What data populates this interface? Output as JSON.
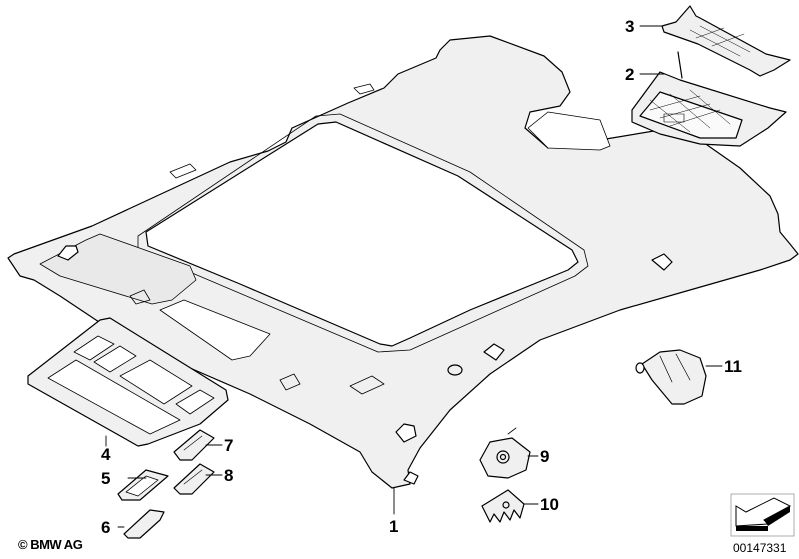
{
  "diagram": {
    "title": "Headliner / roof lining parts diagram",
    "callouts": [
      {
        "id": "1",
        "label": "1",
        "part": "headliner"
      },
      {
        "id": "2",
        "label": "2",
        "part": "rear-trim-panel-left"
      },
      {
        "id": "3",
        "label": "3",
        "part": "rear-trim-panel-right"
      },
      {
        "id": "4",
        "label": "4",
        "part": "overhead-console"
      },
      {
        "id": "5",
        "label": "5",
        "part": "cover-frame"
      },
      {
        "id": "6",
        "label": "6",
        "part": "cover-cap"
      },
      {
        "id": "7",
        "label": "7",
        "part": "interior-light-a"
      },
      {
        "id": "8",
        "label": "8",
        "part": "interior-light-b"
      },
      {
        "id": "9",
        "label": "9",
        "part": "mounting-plate"
      },
      {
        "id": "10",
        "label": "10",
        "part": "clip"
      },
      {
        "id": "11",
        "label": "11",
        "part": "grab-handle-bracket"
      }
    ],
    "copyright": "© BMW AG",
    "image_number": "00147331",
    "colors": {
      "line": "#000000",
      "fill": "#f0f0f0",
      "light": "#e2e2e2",
      "bg": "#ffffff"
    }
  }
}
